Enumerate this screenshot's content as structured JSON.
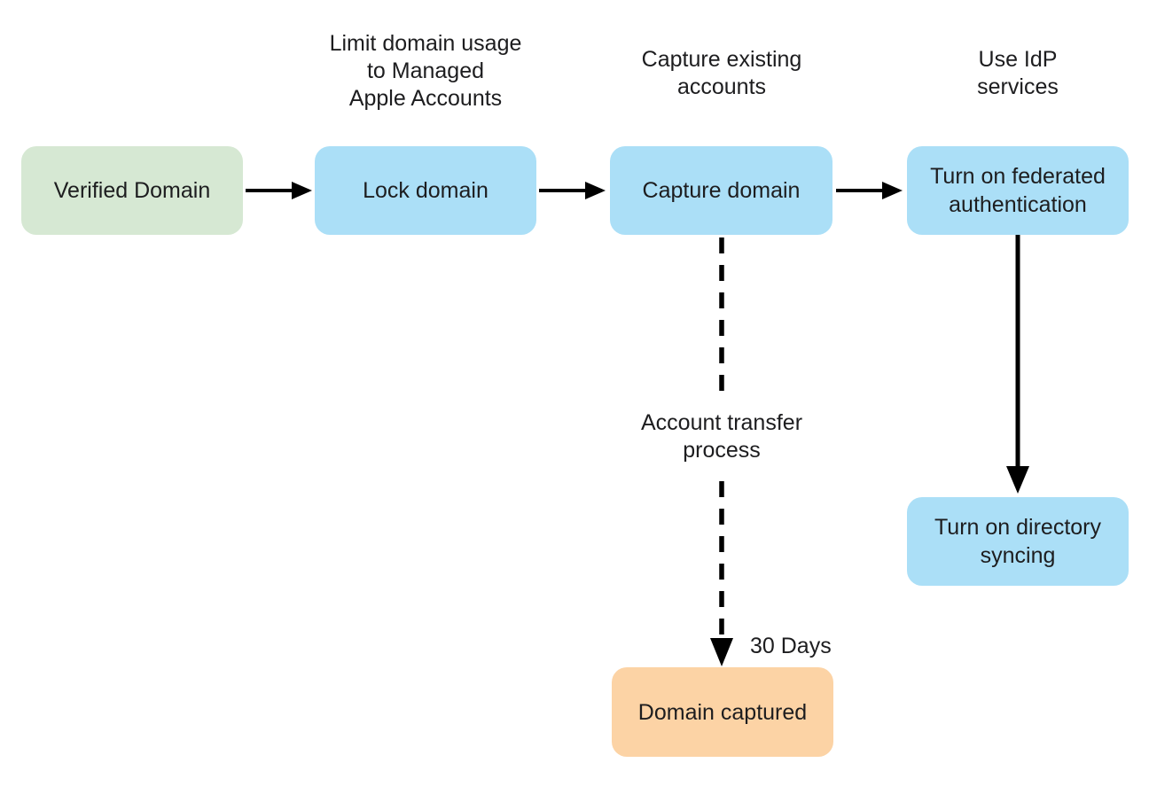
{
  "diagram": {
    "title_semantic": "Domain capture and federated authentication flow",
    "colors": {
      "background": "#ffffff",
      "text": "#1d1d1f",
      "arrow": "#000000",
      "start_node_fill": "#d6e8d3",
      "step_node_fill": "#abdff7",
      "end_node_fill": "#fcd3a5"
    },
    "nodes": [
      {
        "id": "verified-domain",
        "label": "Verified Domain",
        "fill": "#d6e8d3"
      },
      {
        "id": "lock-domain",
        "label": "Lock domain",
        "fill": "#abdff7"
      },
      {
        "id": "capture-domain",
        "label": "Capture domain",
        "fill": "#abdff7"
      },
      {
        "id": "federated-auth",
        "label": "Turn on federated\nauthentication",
        "fill": "#abdff7"
      },
      {
        "id": "directory-syncing",
        "label": "Turn on directory\nsyncing",
        "fill": "#abdff7"
      },
      {
        "id": "domain-captured",
        "label": "Domain captured",
        "fill": "#fcd3a5"
      }
    ],
    "annotations": {
      "lock_note": "Limit domain usage\nto Managed\nApple Accounts",
      "capture_note": "Capture existing\naccounts",
      "idp_note": "Use IdP\nservices",
      "transfer_note": "Account transfer\nprocess",
      "duration_note": "30 Days"
    },
    "edges": [
      {
        "from": "Verified Domain",
        "to": "Lock domain",
        "style": "solid"
      },
      {
        "from": "Lock domain",
        "to": "Capture domain",
        "style": "solid"
      },
      {
        "from": "Capture domain",
        "to": "Turn on federated authentication",
        "style": "solid"
      },
      {
        "from": "Turn on federated authentication",
        "to": "Turn on directory syncing",
        "style": "solid"
      },
      {
        "from": "Capture domain",
        "to": "Domain captured",
        "style": "dashed",
        "label": "Account transfer process",
        "duration": "30 Days"
      }
    ]
  }
}
